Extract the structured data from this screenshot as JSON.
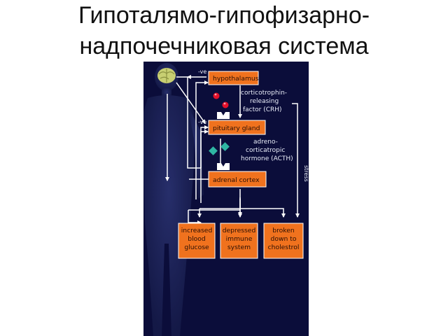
{
  "slide": {
    "title_line1": "Гипоталямо-гипофизарно-",
    "title_line2": "надпочечниковая система"
  },
  "diagram": {
    "boxes": {
      "hypothalamus": "hypothalamus",
      "pituitary": "pituitary gland",
      "adrenal": "adrenal cortex",
      "effect1": [
        "increased",
        "blood",
        "glucose"
      ],
      "effect2": [
        "depressed",
        "immune",
        "system"
      ],
      "effect3": [
        "broken",
        "down to",
        "cholestrol"
      ]
    },
    "labels": {
      "crh": [
        "corticotrophin-",
        "releasing",
        "factor (CRH)"
      ],
      "acth": [
        "adreno-",
        "corticatropic",
        "hormone (ACTH)"
      ],
      "neg_feedback_1": "-ve",
      "neg_feedback_2": "-ve",
      "stress": "stress"
    },
    "colors": {
      "background": "#0b0d3a",
      "box_fill": "#f0721e",
      "box_stroke": "#ffffff",
      "arrow": "#ffffff",
      "body_silhouette": "#1a2052",
      "brain": "#c8cf72",
      "crh_molecule": "#e3112b",
      "acth_molecule": "#2fb6a3"
    }
  }
}
